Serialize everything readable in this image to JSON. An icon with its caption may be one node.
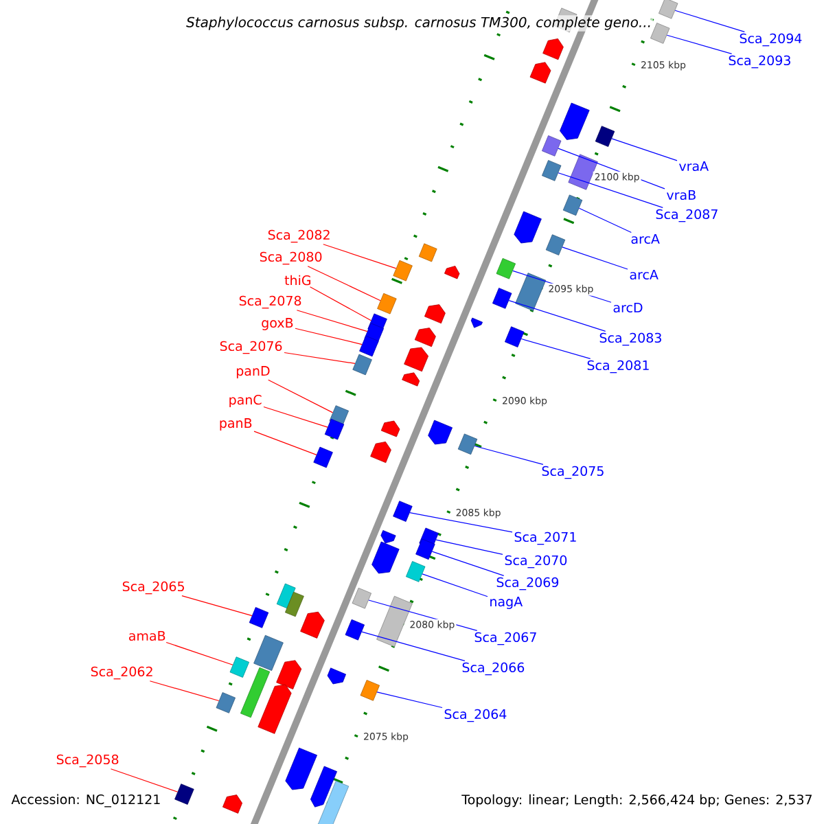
{
  "diagram": {
    "title": "Staphylococcus carnosus subsp. carnosus TM300, complete geno...",
    "nodes": [
      {
        "text": [
          "Sca_2094"
        ]
      },
      {
        "text": [
          "Sca_2093"
        ]
      },
      {
        "text": [
          "vraA"
        ]
      },
      {
        "text": [
          "vraB"
        ]
      },
      {
        "text": [
          "Sca_2087"
        ]
      },
      {
        "text": [
          "arcA"
        ]
      },
      {
        "text": [
          "arcA"
        ]
      },
      {
        "text": [
          "arcD"
        ]
      },
      {
        "text": [
          "Sca_2083"
        ]
      },
      {
        "text": [
          "Sca_2081"
        ]
      },
      {
        "text": [
          "Sca_2075"
        ]
      },
      {
        "text": [
          "Sca_2071"
        ]
      },
      {
        "text": [
          "Sca_2070"
        ]
      },
      {
        "text": [
          "Sca_2069"
        ]
      },
      {
        "text": [
          "nagA"
        ]
      },
      {
        "text": [
          "Sca_2067"
        ]
      },
      {
        "text": [
          "Sca_2066"
        ]
      },
      {
        "text": [
          "Sca_2064"
        ]
      },
      {
        "text": [
          "Sca_2082"
        ]
      },
      {
        "text": [
          "Sca_2080"
        ]
      },
      {
        "text": [
          "thiG"
        ]
      },
      {
        "text": [
          "Sca_2078"
        ]
      },
      {
        "text": [
          "goxB"
        ]
      },
      {
        "text": [
          "Sca_2076"
        ]
      },
      {
        "text": [
          "panD"
        ]
      },
      {
        "text": [
          "panC"
        ]
      },
      {
        "text": [
          "panB"
        ]
      },
      {
        "text": [
          "Sca_2065"
        ]
      },
      {
        "text": [
          "amaB"
        ]
      },
      {
        "text": [
          "Sca_2062"
        ]
      },
      {
        "text": [
          "Sca_2058"
        ]
      },
      {
        "text": [],
        "shape": "box"
      },
      {
        "text": [],
        "shape": "box"
      },
      {
        "text": [],
        "shape": "box"
      },
      {
        "text": [],
        "shape": "box"
      },
      {
        "text": [],
        "shape": "box"
      },
      {
        "text": [],
        "shape": "box"
      },
      {
        "text": [],
        "shape": "box"
      },
      {
        "text": [],
        "shape": "box"
      },
      {
        "text": [],
        "shape": "box"
      },
      {
        "text": [],
        "shape": "box"
      },
      {
        "text": [],
        "shape": "box"
      },
      {
        "text": [],
        "shape": "box"
      },
      {
        "text": [],
        "shape": "box"
      },
      {
        "text": [],
        "shape": "box"
      },
      {
        "text": [],
        "shape": "box"
      },
      {
        "text": [],
        "shape": "box"
      },
      {
        "text": [],
        "shape": "box"
      },
      {
        "text": [],
        "shape": "box"
      },
      {
        "text": [],
        "shape": "box"
      },
      {
        "text": [],
        "shape": "box"
      },
      {
        "text": [],
        "shape": "box"
      },
      {
        "text": [],
        "shape": "box"
      },
      {
        "text": [],
        "shape": "box"
      },
      {
        "text": [],
        "shape": "box"
      },
      {
        "text": [],
        "shape": "box"
      },
      {
        "text": [],
        "shape": "box"
      },
      {
        "text": [],
        "shape": "box"
      },
      {
        "text": [],
        "shape": "box"
      },
      {
        "text": [],
        "shape": "box"
      },
      {
        "text": [],
        "shape": "box"
      },
      {
        "text": [],
        "shape": "box"
      }
    ],
    "edges": [
      {
        "from": 0,
        "to": 31,
        "arrow": "none"
      },
      {
        "from": 1,
        "to": 32,
        "arrow": "none"
      },
      {
        "from": 2,
        "to": 33,
        "arrow": "none"
      },
      {
        "from": 3,
        "to": 34,
        "arrow": "none"
      },
      {
        "from": 4,
        "to": 35,
        "arrow": "none"
      },
      {
        "from": 5,
        "to": 36,
        "arrow": "none"
      },
      {
        "from": 6,
        "to": 37,
        "arrow": "none"
      },
      {
        "from": 7,
        "to": 38,
        "arrow": "none"
      },
      {
        "from": 8,
        "to": 39,
        "arrow": "none"
      },
      {
        "from": 9,
        "to": 40,
        "arrow": "none"
      },
      {
        "from": 10,
        "to": 41,
        "arrow": "none"
      },
      {
        "from": 11,
        "to": 42,
        "arrow": "none"
      },
      {
        "from": 12,
        "to": 43,
        "arrow": "none"
      },
      {
        "from": 13,
        "to": 44,
        "arrow": "none"
      },
      {
        "from": 14,
        "to": 45,
        "arrow": "none"
      },
      {
        "from": 15,
        "to": 46,
        "arrow": "none"
      },
      {
        "from": 16,
        "to": 47,
        "arrow": "none"
      },
      {
        "from": 17,
        "to": 48,
        "arrow": "none"
      },
      {
        "from": 18,
        "to": 49,
        "arrow": "none",
        "color": "#ff0000"
      },
      {
        "from": 19,
        "to": 50,
        "arrow": "none",
        "color": "#ff0000"
      },
      {
        "from": 20,
        "to": 51,
        "arrow": "none",
        "color": "#ff0000"
      },
      {
        "from": 21,
        "to": 52,
        "arrow": "none",
        "color": "#ff0000"
      },
      {
        "from": 22,
        "to": 53,
        "arrow": "none",
        "color": "#ff0000"
      },
      {
        "from": 23,
        "to": 54,
        "arrow": "none",
        "color": "#ff0000"
      },
      {
        "from": 24,
        "to": 55,
        "arrow": "none",
        "color": "#ff0000"
      },
      {
        "from": 25,
        "to": 56,
        "arrow": "none",
        "color": "#ff0000"
      },
      {
        "from": 26,
        "to": 57,
        "arrow": "none",
        "color": "#ff0000"
      },
      {
        "from": 27,
        "to": 58,
        "arrow": "none",
        "color": "#ff0000"
      },
      {
        "from": 28,
        "to": 59,
        "arrow": "none",
        "color": "#ff0000"
      },
      {
        "from": 29,
        "to": 60,
        "arrow": "none",
        "color": "#ff0000"
      },
      {
        "from": 30,
        "to": 61,
        "arrow": "none",
        "color": "#ff0000"
      }
    ],
    "labels": [
      "2105 kbp",
      "2100 kbp",
      "2095 kbp",
      "2090 kbp",
      "2085 kbp",
      "2080 kbp",
      "2075 kbp",
      "Accession: NC_012121",
      "Topology: linear; Length: 2,566,424 bp; Genes: 2,537"
    ]
  }
}
